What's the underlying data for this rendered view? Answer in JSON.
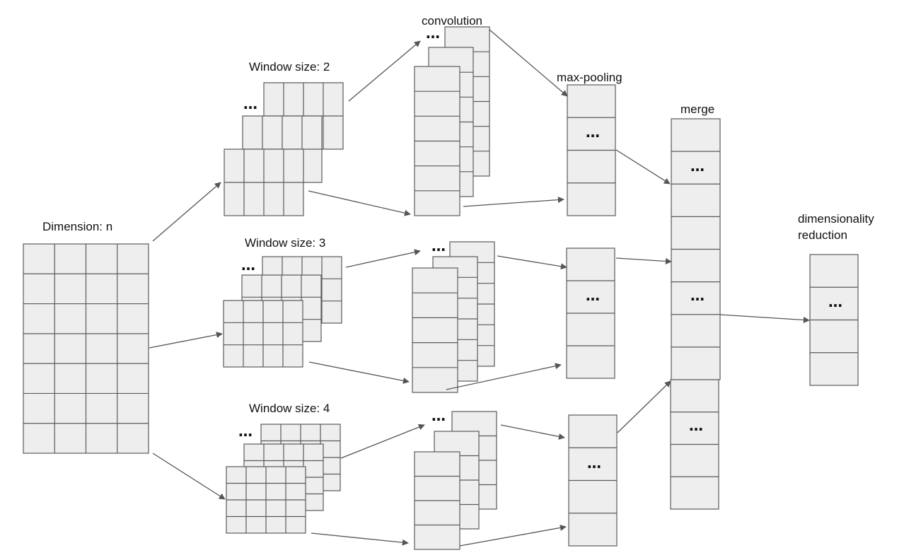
{
  "labels": {
    "dimension": "Dimension: n",
    "window_2": "Window size: 2",
    "window_3": "Window size: 3",
    "window_4": "Window size: 4",
    "convolution": "convolution",
    "max_pooling": "max-pooling",
    "merge": "merge",
    "reduction_line1": "dimensionality",
    "reduction_line2": "reduction"
  },
  "ellipsis": "…",
  "colors": {
    "cell_fill": "#eeeeee",
    "cell_stroke": "#5a5a5a",
    "arrow": "#555555"
  }
}
